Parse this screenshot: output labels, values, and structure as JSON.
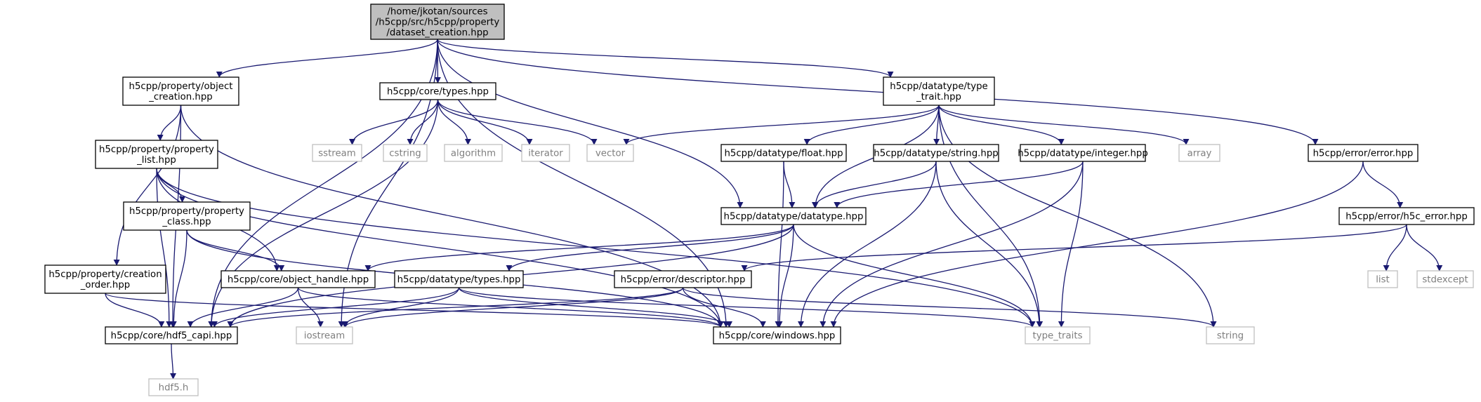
{
  "colors": {
    "edge": "#191970",
    "root_fill": "#bfbfbf",
    "node_fill": "#ffffff",
    "node_border": "#000000",
    "external_border": "#bfbfbf",
    "external_text": "#7f7f7f"
  },
  "nodes": [
    {
      "id": "root",
      "kind": "root",
      "lines": [
        "/home/jkotan/sources",
        "/h5cpp/src/h5cpp/property",
        "/dataset_creation.hpp"
      ]
    },
    {
      "id": "object_creation",
      "kind": "internal",
      "lines": [
        "h5cpp/property/object",
        "_creation.hpp"
      ]
    },
    {
      "id": "core_types",
      "kind": "internal",
      "lines": [
        "h5cpp/core/types.hpp"
      ]
    },
    {
      "id": "type_trait",
      "kind": "internal",
      "lines": [
        "h5cpp/datatype/type",
        "_trait.hpp"
      ]
    },
    {
      "id": "property_list",
      "kind": "internal",
      "lines": [
        "h5cpp/property/property",
        "_list.hpp"
      ]
    },
    {
      "id": "sstream",
      "kind": "external",
      "lines": [
        "sstream"
      ]
    },
    {
      "id": "cstring",
      "kind": "external",
      "lines": [
        "cstring"
      ]
    },
    {
      "id": "algorithm",
      "kind": "external",
      "lines": [
        "algorithm"
      ]
    },
    {
      "id": "iterator",
      "kind": "external",
      "lines": [
        "iterator"
      ]
    },
    {
      "id": "vector",
      "kind": "external",
      "lines": [
        "vector"
      ]
    },
    {
      "id": "float",
      "kind": "internal",
      "lines": [
        "h5cpp/datatype/float.hpp"
      ]
    },
    {
      "id": "dt_string",
      "kind": "internal",
      "lines": [
        "h5cpp/datatype/string.hpp"
      ]
    },
    {
      "id": "integer",
      "kind": "internal",
      "lines": [
        "h5cpp/datatype/integer.hpp"
      ]
    },
    {
      "id": "array",
      "kind": "external",
      "lines": [
        "array"
      ]
    },
    {
      "id": "error",
      "kind": "internal",
      "lines": [
        "h5cpp/error/error.hpp"
      ]
    },
    {
      "id": "property_class",
      "kind": "internal",
      "lines": [
        "h5cpp/property/property",
        "_class.hpp"
      ]
    },
    {
      "id": "datatype",
      "kind": "internal",
      "lines": [
        "h5cpp/datatype/datatype.hpp"
      ]
    },
    {
      "id": "h5c_error",
      "kind": "internal",
      "lines": [
        "h5cpp/error/h5c_error.hpp"
      ]
    },
    {
      "id": "creation_order",
      "kind": "internal",
      "lines": [
        "h5cpp/property/creation",
        "_order.hpp"
      ]
    },
    {
      "id": "object_handle",
      "kind": "internal",
      "lines": [
        "h5cpp/core/object_handle.hpp"
      ]
    },
    {
      "id": "dt_types",
      "kind": "internal",
      "lines": [
        "h5cpp/datatype/types.hpp"
      ]
    },
    {
      "id": "descriptor",
      "kind": "internal",
      "lines": [
        "h5cpp/error/descriptor.hpp"
      ]
    },
    {
      "id": "list",
      "kind": "external",
      "lines": [
        "list"
      ]
    },
    {
      "id": "stdexcept",
      "kind": "external",
      "lines": [
        "stdexcept"
      ]
    },
    {
      "id": "hdf5_capi",
      "kind": "internal",
      "lines": [
        "h5cpp/core/hdf5_capi.hpp"
      ]
    },
    {
      "id": "iostream",
      "kind": "external",
      "lines": [
        "iostream"
      ]
    },
    {
      "id": "windows",
      "kind": "internal",
      "lines": [
        "h5cpp/core/windows.hpp"
      ]
    },
    {
      "id": "type_traits",
      "kind": "external",
      "lines": [
        "type_traits"
      ]
    },
    {
      "id": "string",
      "kind": "external",
      "lines": [
        "string"
      ]
    },
    {
      "id": "hdf5_h",
      "kind": "external",
      "lines": [
        "hdf5.h"
      ]
    }
  ],
  "edges": [
    [
      "root",
      "object_creation"
    ],
    [
      "root",
      "core_types"
    ],
    [
      "root",
      "type_trait"
    ],
    [
      "root",
      "error"
    ],
    [
      "root",
      "datatype"
    ],
    [
      "root",
      "hdf5_capi"
    ],
    [
      "root",
      "iostream"
    ],
    [
      "root",
      "windows"
    ],
    [
      "object_creation",
      "property_list"
    ],
    [
      "object_creation",
      "creation_order"
    ],
    [
      "object_creation",
      "windows"
    ],
    [
      "object_creation",
      "hdf5_capi"
    ],
    [
      "core_types",
      "sstream"
    ],
    [
      "core_types",
      "cstring"
    ],
    [
      "core_types",
      "algorithm"
    ],
    [
      "core_types",
      "iterator"
    ],
    [
      "core_types",
      "vector"
    ],
    [
      "core_types",
      "hdf5_capi"
    ],
    [
      "type_trait",
      "vector"
    ],
    [
      "type_trait",
      "float"
    ],
    [
      "type_trait",
      "dt_string"
    ],
    [
      "type_trait",
      "integer"
    ],
    [
      "type_trait",
      "array"
    ],
    [
      "type_trait",
      "datatype"
    ],
    [
      "type_trait",
      "type_traits"
    ],
    [
      "type_trait",
      "string"
    ],
    [
      "property_list",
      "property_class"
    ],
    [
      "property_list",
      "object_handle"
    ],
    [
      "property_list",
      "windows"
    ],
    [
      "property_list",
      "type_traits"
    ],
    [
      "property_list",
      "hdf5_capi"
    ],
    [
      "float",
      "datatype"
    ],
    [
      "float",
      "windows"
    ],
    [
      "dt_string",
      "datatype"
    ],
    [
      "dt_string",
      "windows"
    ],
    [
      "dt_string",
      "type_traits"
    ],
    [
      "integer",
      "datatype"
    ],
    [
      "integer",
      "windows"
    ],
    [
      "integer",
      "type_traits"
    ],
    [
      "error",
      "h5c_error"
    ],
    [
      "error",
      "windows"
    ],
    [
      "property_class",
      "object_handle"
    ],
    [
      "property_class",
      "windows"
    ],
    [
      "property_class",
      "hdf5_capi"
    ],
    [
      "datatype",
      "object_handle"
    ],
    [
      "datatype",
      "dt_types"
    ],
    [
      "datatype",
      "windows"
    ],
    [
      "datatype",
      "type_traits"
    ],
    [
      "datatype",
      "hdf5_capi"
    ],
    [
      "h5c_error",
      "list"
    ],
    [
      "h5c_error",
      "stdexcept"
    ],
    [
      "h5c_error",
      "descriptor"
    ],
    [
      "creation_order",
      "hdf5_capi"
    ],
    [
      "creation_order",
      "windows"
    ],
    [
      "object_handle",
      "hdf5_capi"
    ],
    [
      "object_handle",
      "iostream"
    ],
    [
      "object_handle",
      "windows"
    ],
    [
      "dt_types",
      "hdf5_capi"
    ],
    [
      "dt_types",
      "iostream"
    ],
    [
      "dt_types",
      "windows"
    ],
    [
      "dt_types",
      "type_traits"
    ],
    [
      "descriptor",
      "hdf5_capi"
    ],
    [
      "descriptor",
      "iostream"
    ],
    [
      "descriptor",
      "windows"
    ],
    [
      "descriptor",
      "string"
    ],
    [
      "hdf5_capi",
      "hdf5_h"
    ]
  ]
}
